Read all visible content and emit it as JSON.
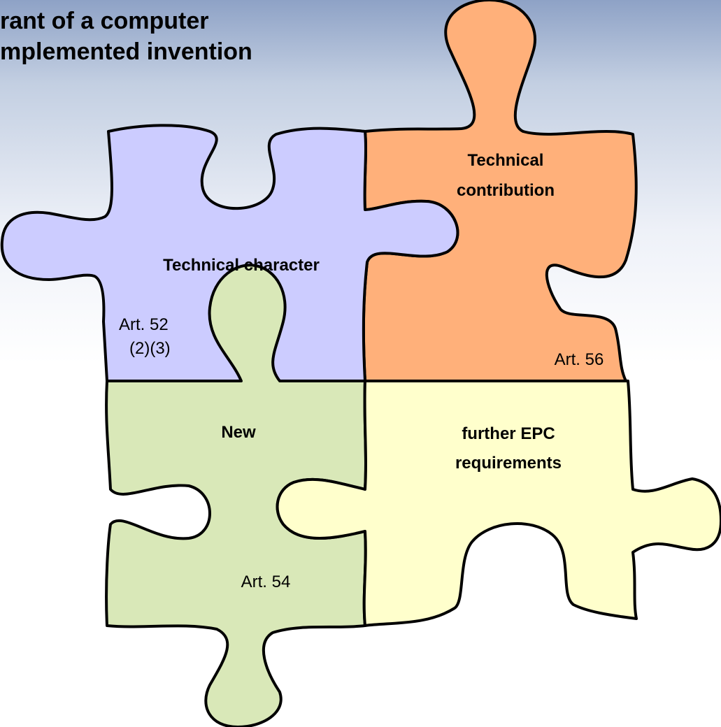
{
  "title": {
    "line1": "rant of a computer",
    "line2": "mplemented invention"
  },
  "pieces": {
    "technical_character": {
      "color": "#ccccff",
      "label": "Technical character",
      "article_line1": "Art. 52",
      "article_line2": "(2)(3)"
    },
    "technical_contribution": {
      "color": "#ffb07a",
      "label_line1": "Technical",
      "label_line2": "contribution",
      "article": "Art. 56"
    },
    "new": {
      "color": "#d9e8b8",
      "label": "New",
      "article": "Art. 54"
    },
    "further_epc": {
      "color": "#ffffcc",
      "label_line1": "further EPC",
      "label_line2": "requirements"
    }
  }
}
